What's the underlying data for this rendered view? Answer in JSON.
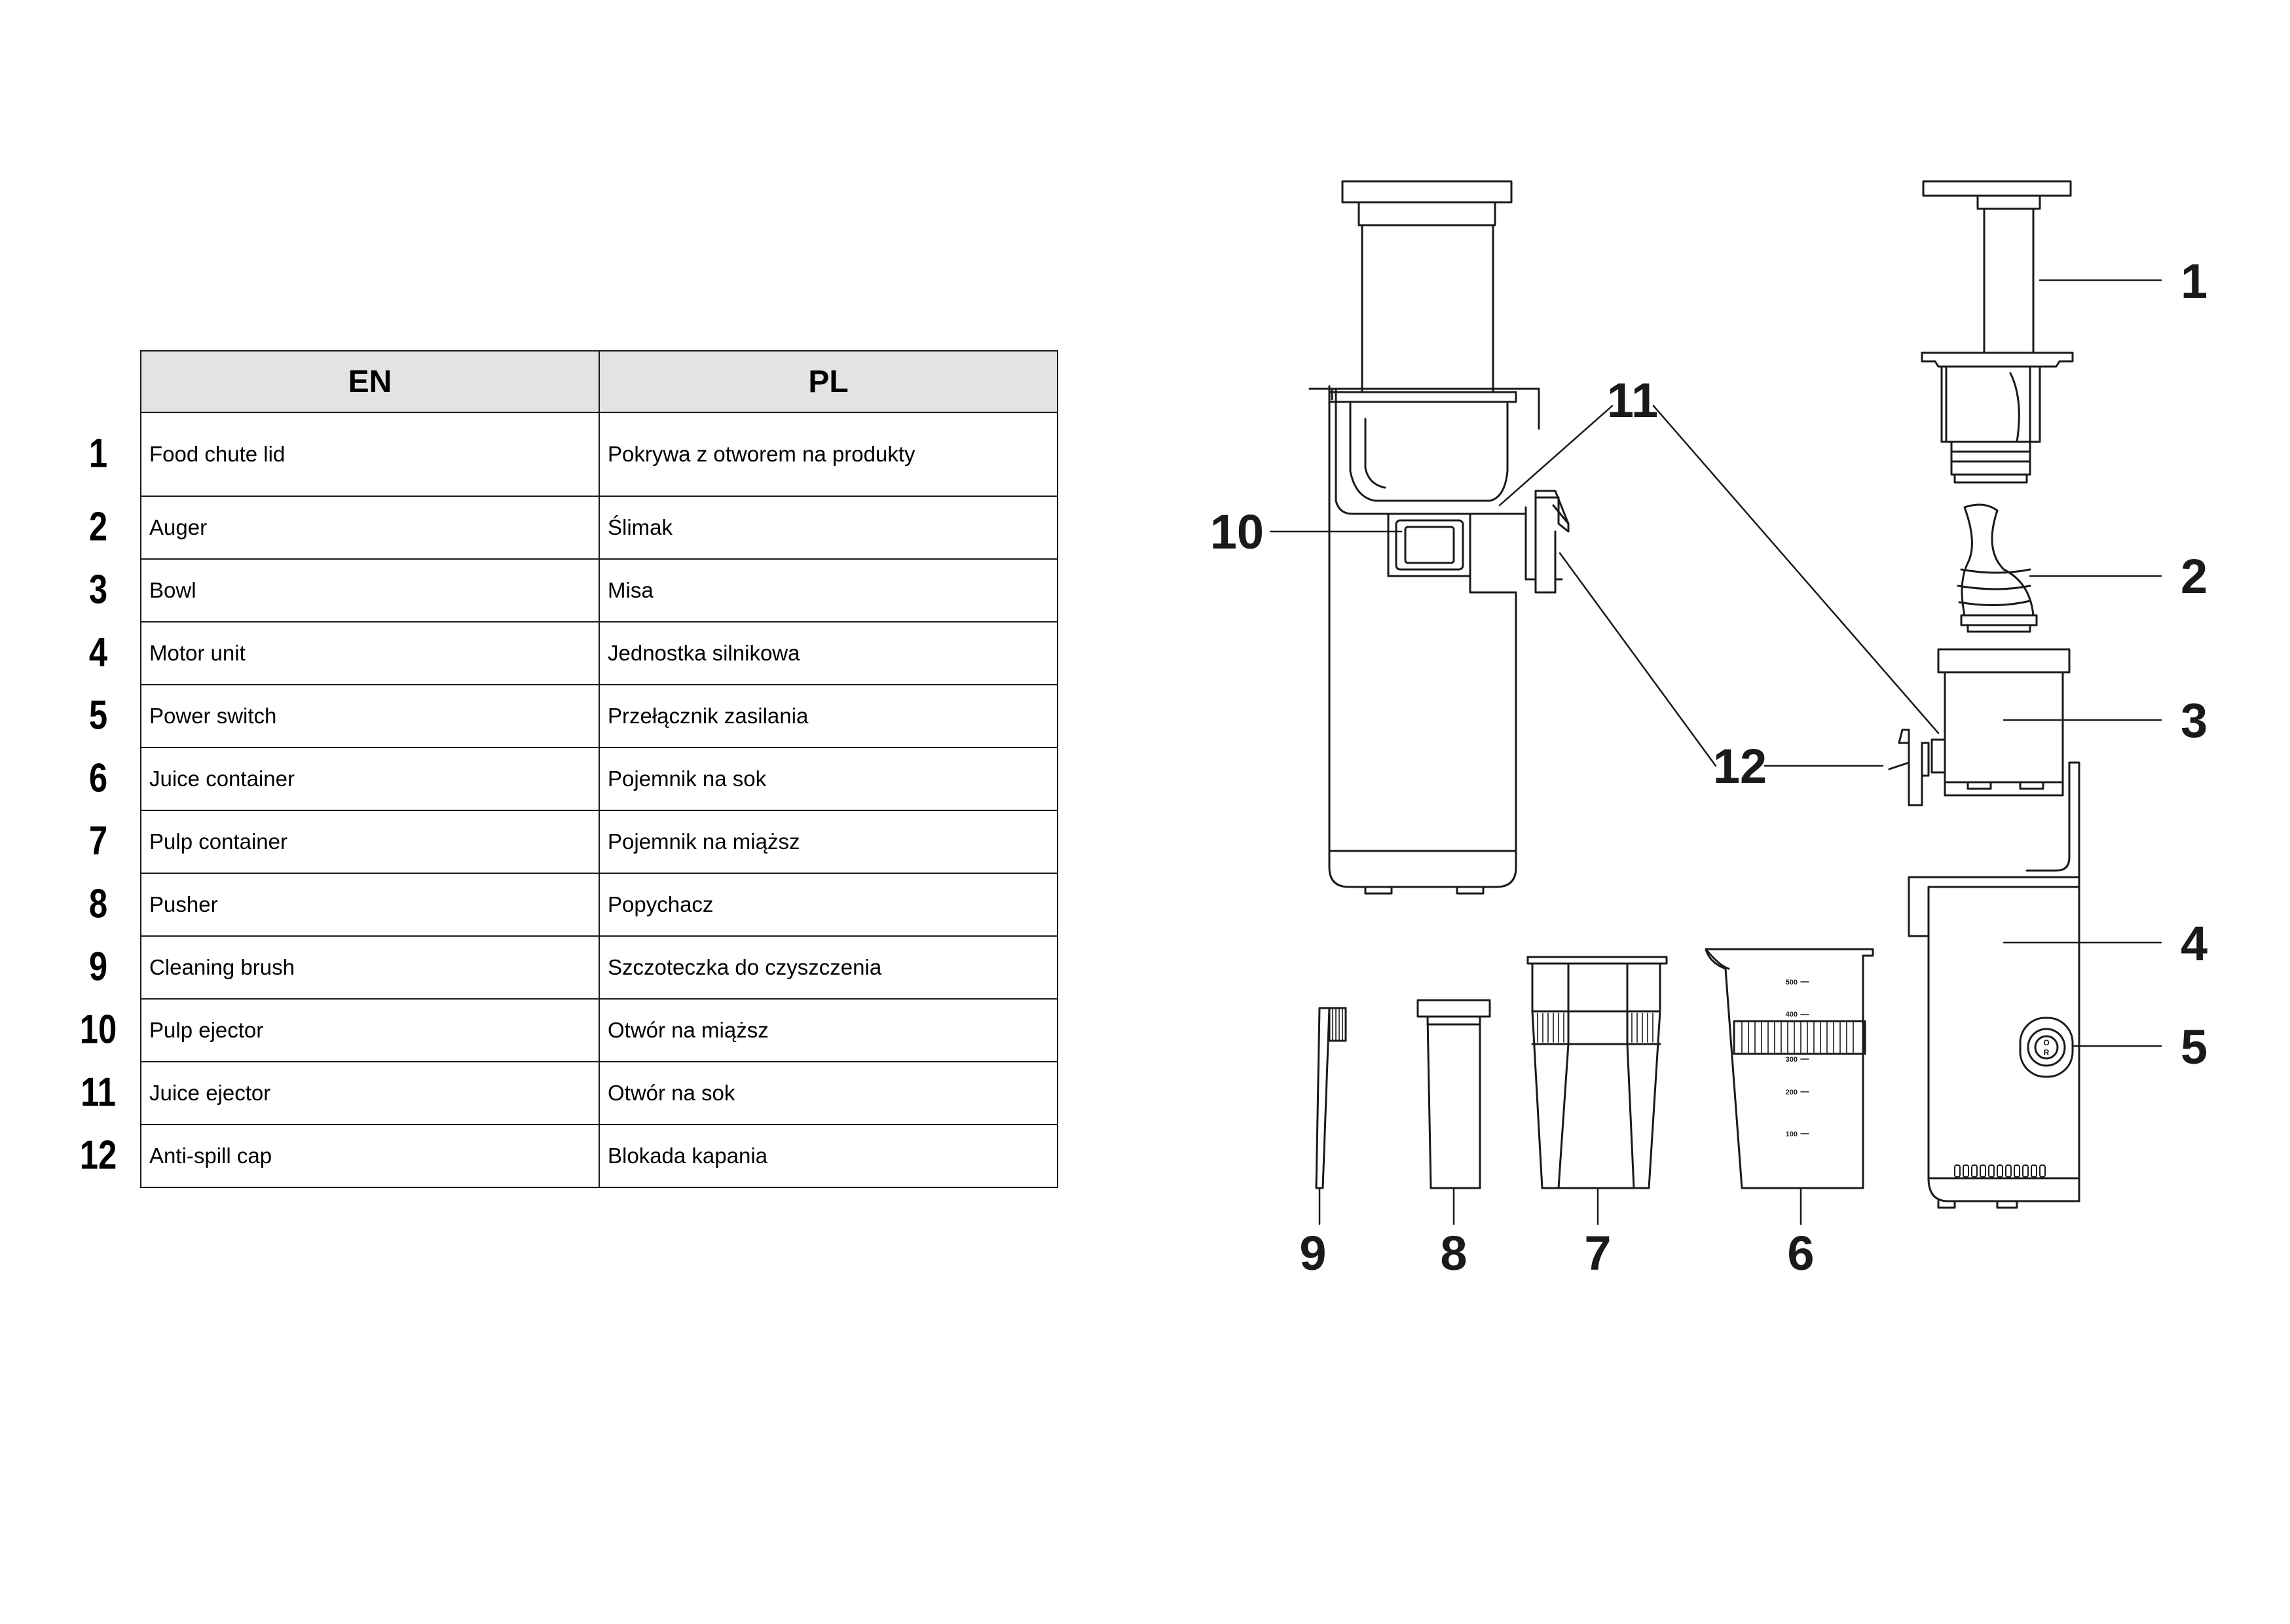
{
  "table": {
    "headers": {
      "en": "EN",
      "pl": "PL"
    },
    "rows": [
      {
        "num": "1",
        "en": "Food chute lid",
        "pl": "Pokrywa z otworem na produkty"
      },
      {
        "num": "2",
        "en": "Auger",
        "pl": "Ślimak"
      },
      {
        "num": "3",
        "en": "Bowl",
        "pl": "Misa"
      },
      {
        "num": "4",
        "en": "Motor unit",
        "pl": "Jednostka silnikowa"
      },
      {
        "num": "5",
        "en": "Power switch",
        "pl": "Przełącznik zasilania"
      },
      {
        "num": "6",
        "en": "Juice container",
        "pl": "Pojemnik na sok"
      },
      {
        "num": "7",
        "en": "Pulp container",
        "pl": "Pojemnik na miąższ"
      },
      {
        "num": "8",
        "en": "Pusher",
        "pl": "Popychacz"
      },
      {
        "num": "9",
        "en": "Cleaning brush",
        "pl": "Szczoteczka do czyszczenia"
      },
      {
        "num": "10",
        "en": "Pulp ejector",
        "pl": "Otwór na miąższ"
      },
      {
        "num": "11",
        "en": "Juice ejector",
        "pl": "Otwór na sok"
      },
      {
        "num": "12",
        "en": "Anti-spill cap",
        "pl": "Blokada kapania"
      }
    ]
  },
  "diagram": {
    "callouts": {
      "c1": "1",
      "c2": "2",
      "c3": "3",
      "c4": "4",
      "c5": "5",
      "c6": "6",
      "c7": "7",
      "c8": "8",
      "c9": "9",
      "c10": "10",
      "c11": "11",
      "c12": "12"
    },
    "juice_scale": [
      "500",
      "400",
      "300",
      "200",
      "100"
    ],
    "switch_marks": {
      "on": "O",
      "reverse": "R"
    }
  }
}
